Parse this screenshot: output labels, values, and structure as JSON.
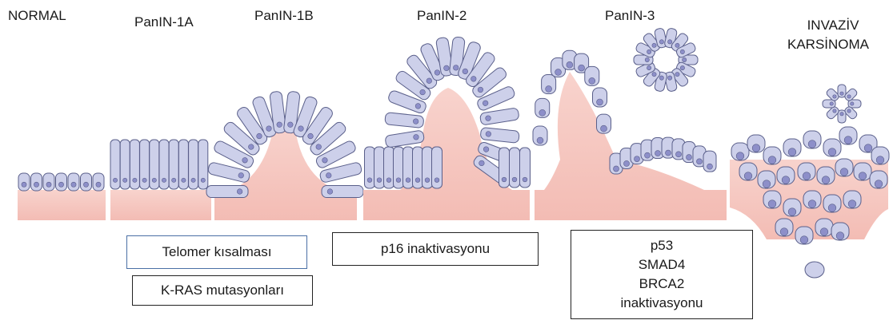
{
  "stages": [
    {
      "id": "normal",
      "label": "NORMAL"
    },
    {
      "id": "panin1a",
      "label": "PanIN-1A"
    },
    {
      "id": "panin1b",
      "label": "PanIN-1B"
    },
    {
      "id": "panin2",
      "label": "PanIN-2"
    },
    {
      "id": "panin3",
      "label": "PanIN-3"
    },
    {
      "id": "invasive",
      "label_lines": [
        "INVAZİV",
        "KARSİNOMA"
      ]
    }
  ],
  "events": {
    "telomer": "Telomer kısalması",
    "kras": "K-RAS mutasyonları",
    "p16": "p16 inaktivasyonu",
    "late_lines": [
      "p53",
      "SMAD4",
      "BRCA2",
      "inaktivasyonu"
    ]
  },
  "colors": {
    "cell_fill": "#cdd0ea",
    "cell_stroke": "#5a5f8a",
    "nucleus": "#8d8fc9",
    "stroma": "#f6c9c3",
    "stroma_line": "#e9a8a0",
    "accent_border": "#4a6fa5"
  },
  "icons": [
    "epithelium-illustration"
  ]
}
